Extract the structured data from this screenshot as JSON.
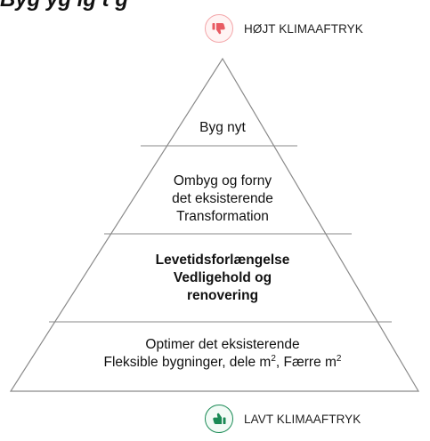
{
  "header": {
    "title_fragment": "Byg yg  ig  t  g"
  },
  "scale": {
    "high_label": "HØJT KLIMAAFTRYK",
    "high_icon": "thumbs-down-icon",
    "high_color": "#e85b63",
    "low_label": "LAVT KLIMAAFTRYK",
    "low_icon": "thumbs-up-icon",
    "low_color": "#1a8a55"
  },
  "pyramid": {
    "tiers": [
      {
        "lines": [
          "Byg nyt"
        ],
        "bold": false
      },
      {
        "lines": [
          "Ombyg og forny",
          "det eksisterende",
          "Transformation"
        ],
        "bold": false
      },
      {
        "lines": [
          "Levetidsforlængelse",
          "Vedligehold og",
          "renovering"
        ],
        "bold": true
      },
      {
        "line1": "Optimer det eksisterende",
        "line2_a": "Fleksible bygninger, dele m",
        "sup_a": "2",
        "line2_sep": ",  Færre m",
        "sup_b": "2"
      }
    ]
  }
}
